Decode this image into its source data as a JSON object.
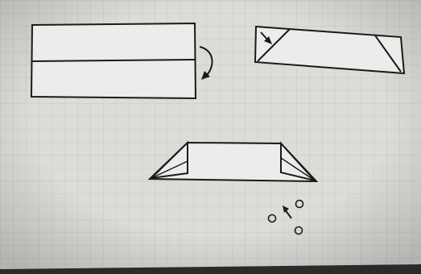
{
  "page": {
    "kind": "photographed origami fold diagram on graph paper",
    "paper_color": "#dcdcd8",
    "grid_color": "#c5c7c6",
    "ink_color": "#1a1a1a",
    "shape_fill": "#ececea",
    "background_edge_color": "#2b2b2b"
  },
  "steps": [
    {
      "id": "step-1",
      "elements": [
        "rectangle-sheet",
        "horizontal-fold-line",
        "curved-fold-arrow-icon"
      ]
    },
    {
      "id": "step-2",
      "elements": [
        "tilted-strip",
        "left-corner-fold-line",
        "right-corner-fold-line",
        "fold-direction-arrow-icon"
      ]
    },
    {
      "id": "step-3",
      "elements": [
        "trapezoid-boat",
        "left-triangle-flap",
        "right-triangle-flap",
        "inflate-arrow-icon",
        "air-bubble-icons"
      ]
    }
  ]
}
